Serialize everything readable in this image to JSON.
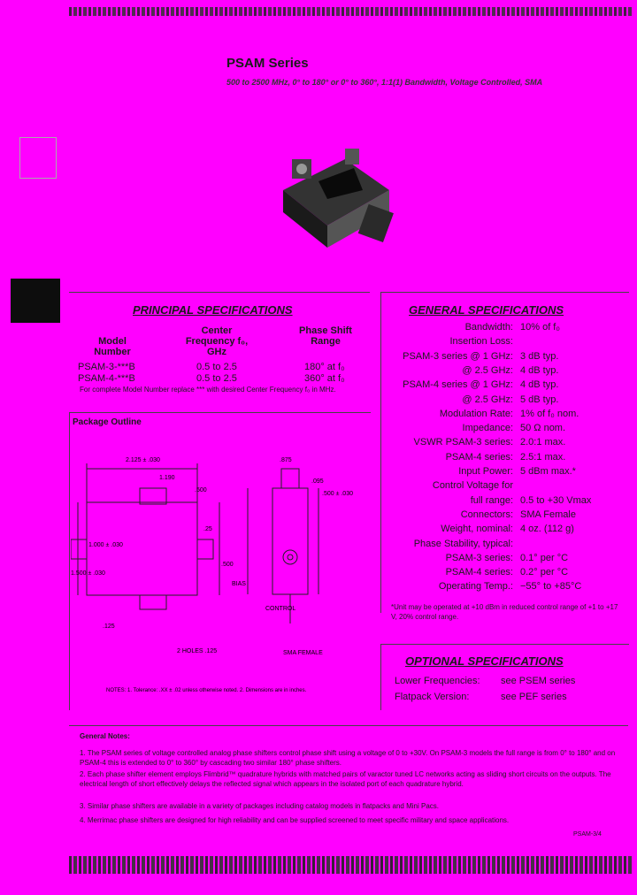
{
  "header": {
    "series": "PSAM Series",
    "subtitle": "500 to 2500 MHz, 0° to 180° or 0° to 360°, 1:1(1) Bandwidth, Voltage Controlled, SMA"
  },
  "principal": {
    "title": "PRINCIPAL SPECIFICATIONS",
    "headers": [
      "Model Number",
      "Center Frequency f₀, GHz",
      "Phase Shift Range"
    ],
    "rows": [
      {
        "model": "PSAM-3-***B",
        "freq": "0.5 to 2.5",
        "range": "180° at f₀"
      },
      {
        "model": "PSAM-4-***B",
        "freq": "0.5 to 2.5",
        "range": "360° at f₀"
      }
    ],
    "note": "For complete Model Number replace *** with desired Center Frequency f₀ in MHz."
  },
  "general": {
    "title": "GENERAL SPECIFICATIONS",
    "rows": [
      {
        "label": "Bandwidth:",
        "value": "10% of f₀"
      },
      {
        "label": "Insertion Loss:",
        "value": ""
      },
      {
        "label": "PSAM-3 series @ 1 GHz:",
        "value": "3 dB typ."
      },
      {
        "label": "@ 2.5 GHz:",
        "value": "4 dB typ."
      },
      {
        "label": "PSAM-4 series @ 1 GHz:",
        "value": "4 dB typ."
      },
      {
        "label": "@ 2.5 GHz:",
        "value": "5 dB typ."
      },
      {
        "label": "Modulation Rate:",
        "value": "1% of f₀ nom."
      },
      {
        "label": "Impedance:",
        "value": "50 Ω nom."
      },
      {
        "label": "VSWR PSAM-3 series:",
        "value": "2.0:1 max."
      },
      {
        "label": "PSAM-4 series:",
        "value": "2.5:1 max."
      },
      {
        "label": "Input Power:",
        "value": "5 dBm max.*"
      },
      {
        "label": "Control Voltage for",
        "value": ""
      },
      {
        "label": "full range:",
        "value": "0.5 to +30 Vmax"
      },
      {
        "label": "Connectors:",
        "value": "SMA Female"
      },
      {
        "label": "Weight, nominal:",
        "value": "4 oz. (112 g)"
      },
      {
        "label": "Phase Stability, typical:",
        "value": ""
      },
      {
        "label": "PSAM-3 series:",
        "value": "0.1° per °C"
      },
      {
        "label": "PSAM-4 series:",
        "value": "0.2° per °C"
      },
      {
        "label": "Operating Temp.:",
        "value": "−55° to +85°C"
      }
    ],
    "note": "*Unit may be operated at +10 dBm in reduced control range of +1 to +17 V, 20% control range."
  },
  "optional": {
    "title": "OPTIONAL SPECIFICATIONS",
    "rows": [
      {
        "label": "Lower Frequencies:",
        "value": "see PSEM series"
      },
      {
        "label": "Flatpack Version:",
        "value": "see PEF series"
      }
    ]
  },
  "package": {
    "title": "Package Outline",
    "dims": {
      "d1": "2.125 ± .030",
      "d2": "1.190",
      "d3": ".500",
      "d4": "1.000 ± .030",
      "d5": "1.500 ± .030",
      "d6": ".25",
      "d7": ".500",
      "d8": ".875",
      "d9": ".095",
      "d10": ".500 ± .030",
      "d11": ".125",
      "d12": "2 HOLES .125"
    },
    "labels": {
      "ctrl": "CONTROL",
      "bias": "BIAS",
      "sma": "SMA FEMALE"
    },
    "footnote": "NOTES: 1. Tolerance: .XX ± .02 unless otherwise noted. 2. Dimensions are in inches."
  },
  "notes": {
    "title": "General Notes:",
    "items": [
      "1. The PSAM series of voltage controlled analog phase shifters control phase shift using a voltage of 0 to +30V. On PSAM-3 models the full range is from 0° to 180° and on PSAM-4 this is extended to 0° to 360° by cascading two similar 180° phase shifters.",
      "2. Each phase shifter element employs Flimbrid™ quadrature hybrids with matched pairs of varactor tuned LC networks acting as sliding short circuits on the outputs. The electrical length of short effectively delays the reflected signal which appears in the isolated port of each quadrature hybrid.",
      "3. Similar phase shifters are available in a variety of packages including catalog models in flatpacks and Mini Pacs.",
      "4. Merrimac phase shifters are designed for high reliability and can be supplied screened to meet specific military and space applications."
    ]
  },
  "page_code": "PSAM-3/4"
}
